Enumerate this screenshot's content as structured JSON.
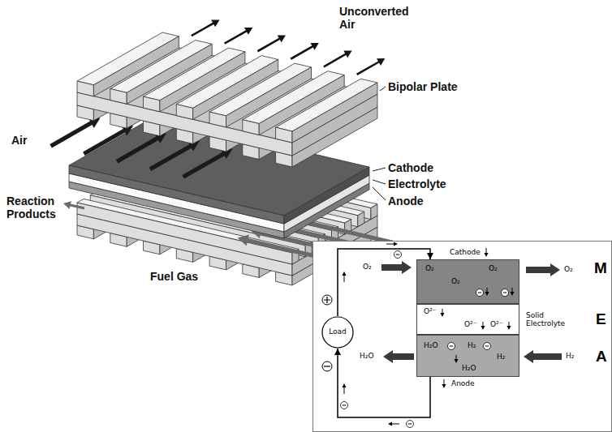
{
  "diagram": {
    "nodes": [
      {
        "text": [
          "Cathode",
          "O₂",
          "O₂",
          "O₂"
        ]
      },
      {
        "text": [
          "O²⁻",
          "O²⁻",
          "O²⁻"
        ]
      },
      {
        "text": [
          "Anode",
          "H₂O",
          "H₂",
          "H₂",
          "H₂O"
        ]
      },
      {
        "text": [
          "Load"
        ]
      }
    ],
    "edges": [
      {
        "from": 2,
        "to": 3,
        "arrow": "to"
      },
      {
        "from": 3,
        "to": 0,
        "arrow": "to"
      }
    ],
    "labels": [
      "Unconverted Air",
      "Bipolar Plate",
      "Air",
      "Cathode",
      "Electrolyte",
      "Anode",
      "Reaction Products",
      "Fuel Gas",
      "O₂",
      "O₂",
      "M",
      "Solid Electrolyte",
      "E",
      "H₂O",
      "H₂",
      "A"
    ]
  }
}
